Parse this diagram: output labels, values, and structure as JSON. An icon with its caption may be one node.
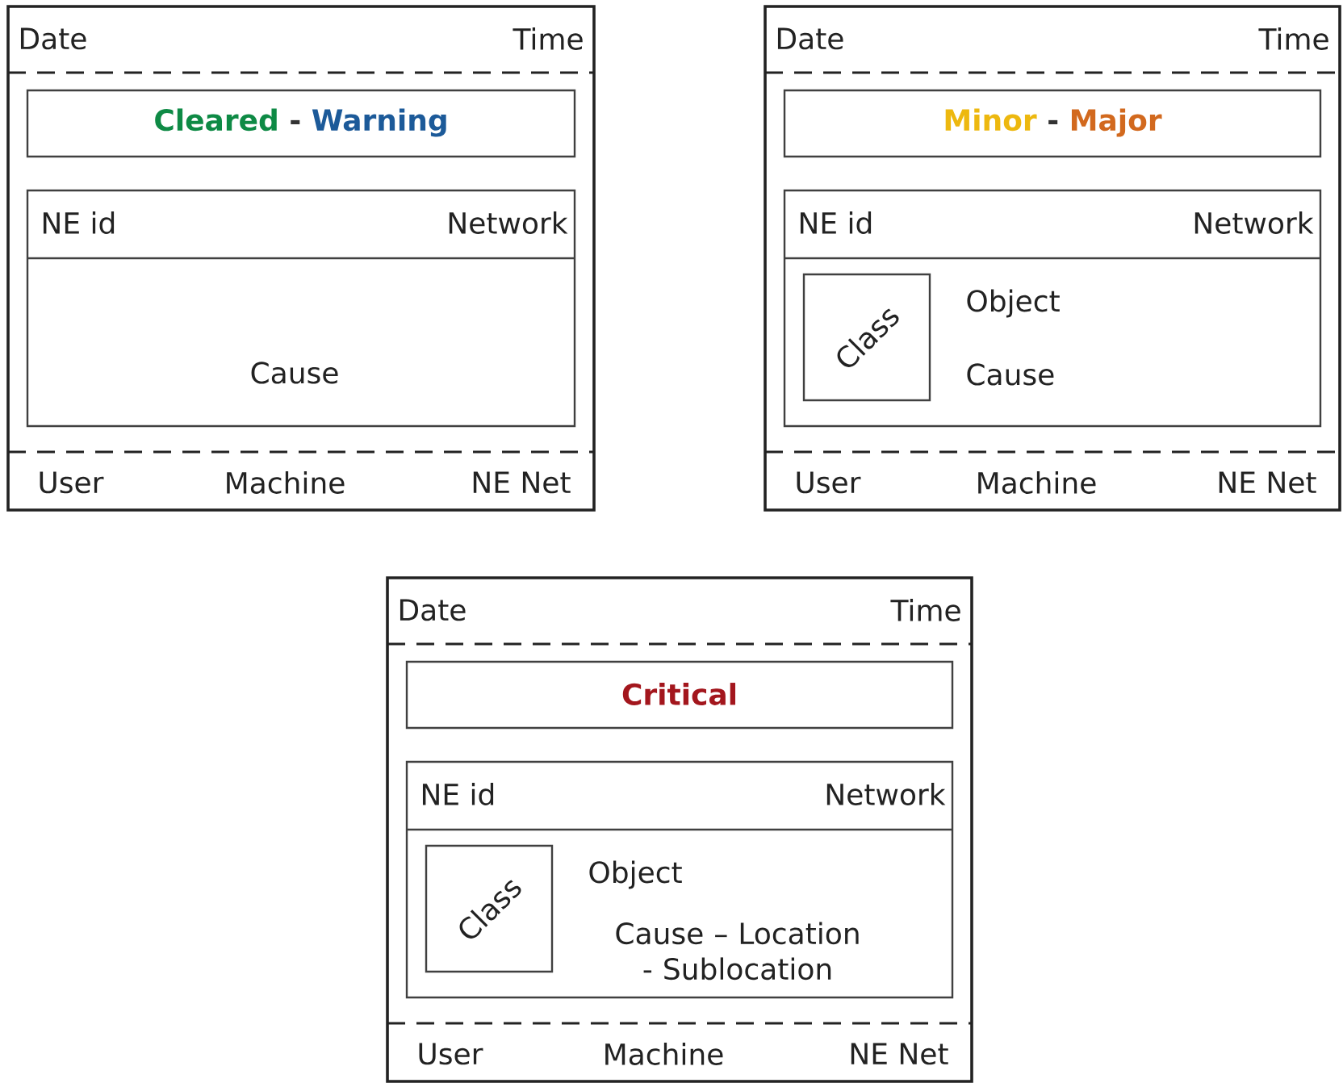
{
  "diagram": {
    "nodes": [
      {
        "text": [
          "Date",
          "Time",
          "User",
          "Machine",
          "NE Net"
        ]
      },
      {
        "text": [
          "Cleared",
          "-",
          "Warning"
        ],
        "in": 0
      },
      {
        "text": [
          "NE id",
          "Network",
          "Cause"
        ],
        "in": 0
      },
      {
        "text": [
          "Date",
          "Time",
          "User",
          "Machine",
          "NE Net"
        ]
      },
      {
        "text": [
          "Minor",
          "-",
          "Major"
        ],
        "in": 3
      },
      {
        "text": [
          "NE id",
          "Network",
          "Object",
          "Cause"
        ],
        "in": 3
      },
      {
        "text": [
          "Class"
        ],
        "in": 5
      },
      {
        "text": [
          "Date",
          "Time",
          "User",
          "Machine",
          "NE Net"
        ]
      },
      {
        "text": [
          "Critical"
        ],
        "in": 7
      },
      {
        "text": [
          "NE id",
          "Network",
          "Object",
          "Cause – Location - Sublocation"
        ],
        "in": 7
      },
      {
        "text": [
          "Class"
        ],
        "in": 9
      }
    ],
    "edges": []
  }
}
